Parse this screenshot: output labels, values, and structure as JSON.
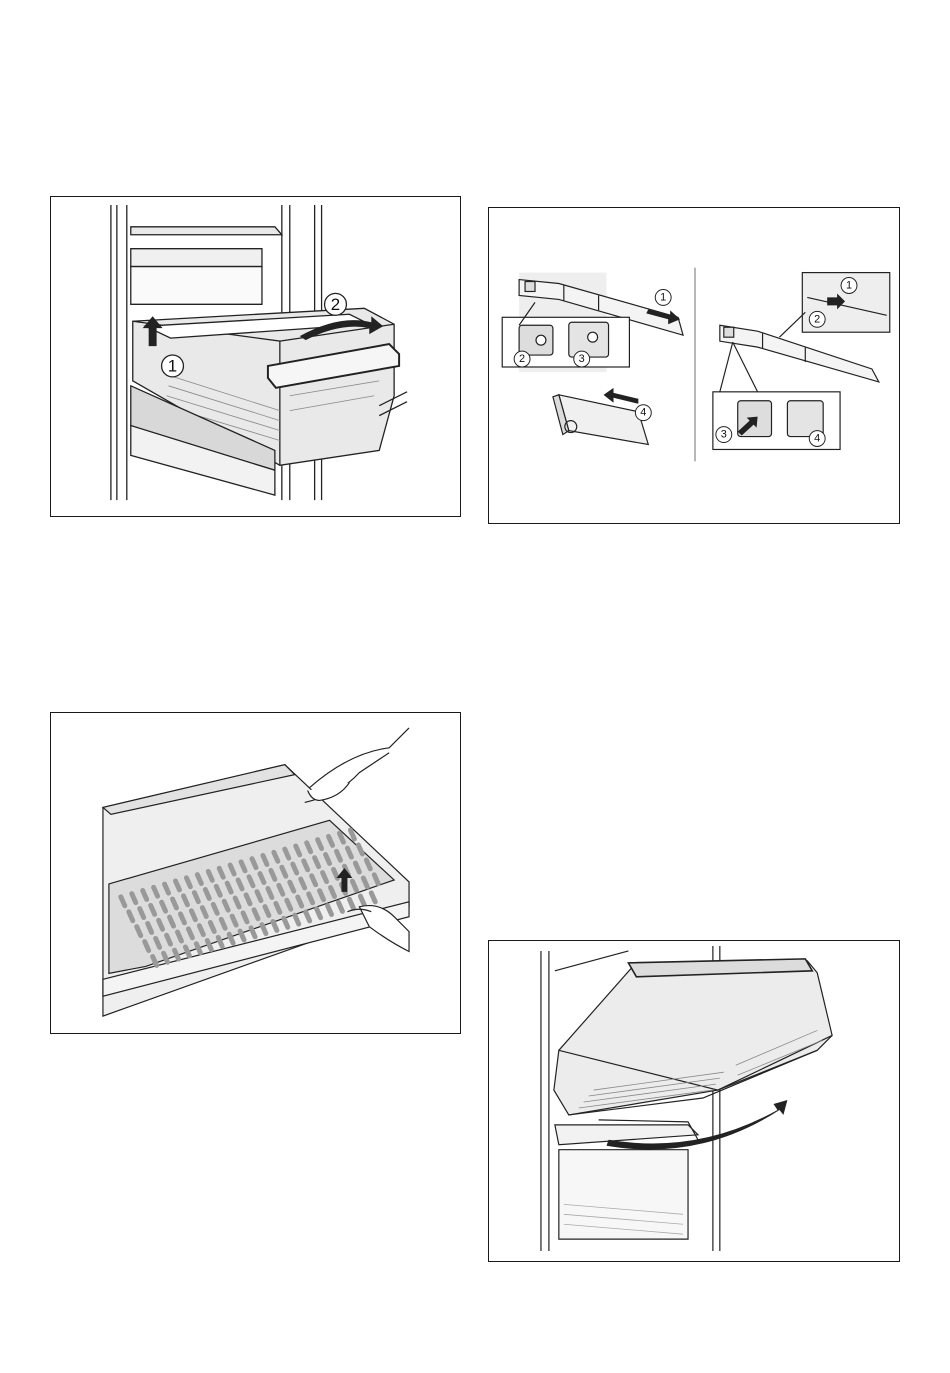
{
  "figures": {
    "drawer_removal": {
      "callouts": [
        "1",
        "2"
      ]
    },
    "rail_removal": {
      "left_callouts": [
        "1",
        "2",
        "3",
        "4"
      ],
      "right_callouts": [
        "1",
        "2",
        "3",
        "4"
      ]
    },
    "grille_removal": {},
    "tilted_drawer": {}
  }
}
